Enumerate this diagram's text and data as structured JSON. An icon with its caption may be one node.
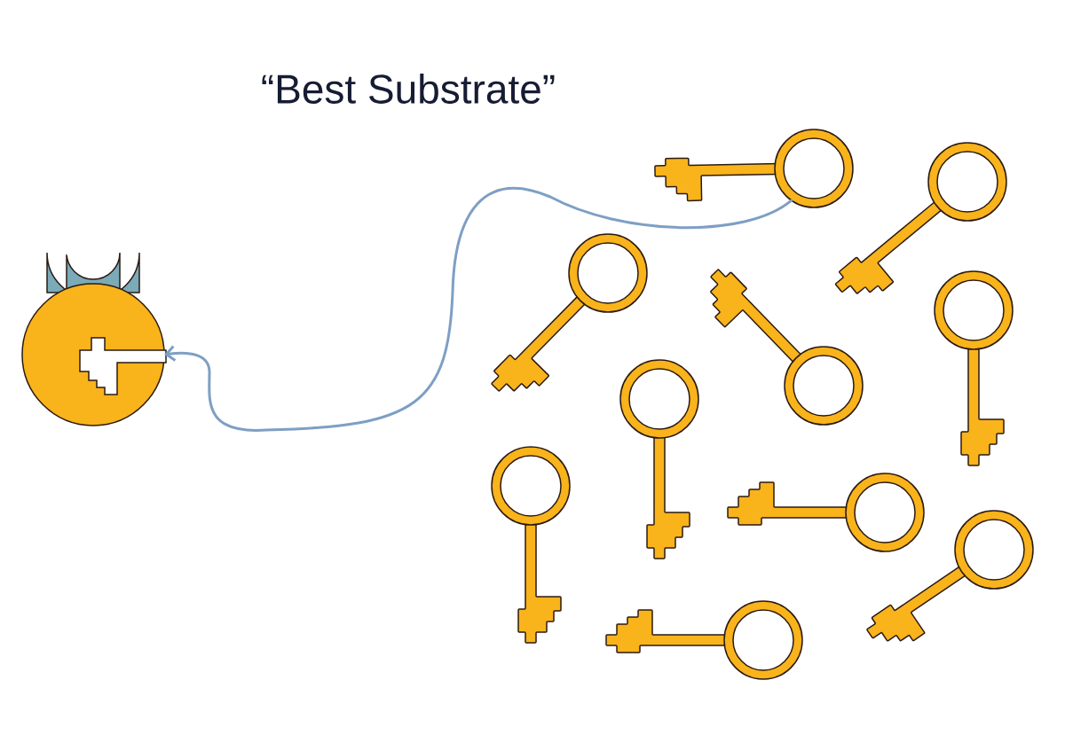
{
  "diagram": {
    "title": "“Best Substrate”",
    "nodes": [
      {
        "text": [],
        "shape": "picture"
      },
      {
        "text": [],
        "shape": "picture"
      },
      {
        "text": [],
        "shape": "picture"
      },
      {
        "text": [],
        "shape": "picture"
      },
      {
        "text": [],
        "shape": "picture"
      },
      {
        "text": [],
        "shape": "picture"
      },
      {
        "text": [],
        "shape": "picture"
      },
      {
        "text": [],
        "shape": "picture"
      },
      {
        "text": [],
        "shape": "picture"
      },
      {
        "text": [],
        "shape": "picture"
      },
      {
        "text": [],
        "shape": "picture"
      }
    ],
    "edges": [
      {
        "from": 1,
        "to": 0,
        "arrow": "to"
      }
    ]
  }
}
